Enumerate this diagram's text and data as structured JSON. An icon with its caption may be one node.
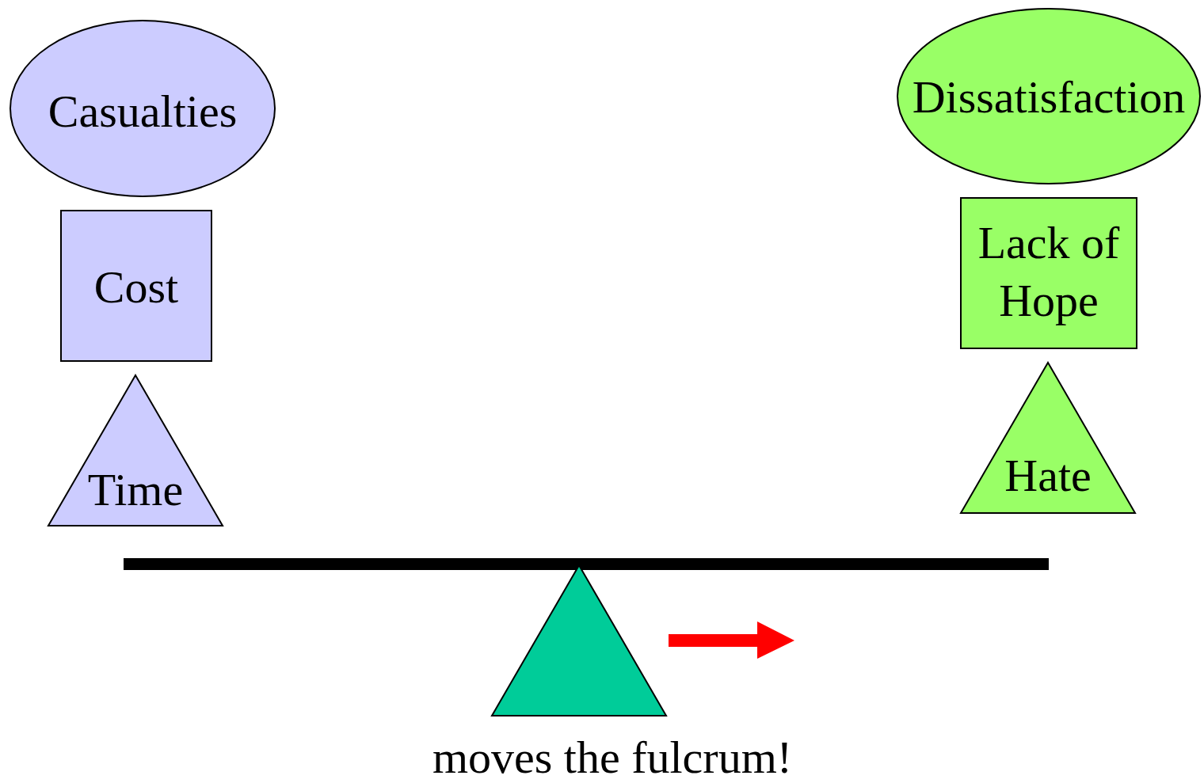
{
  "diagram": {
    "nodes": [
      {
        "text": [
          "Casualties"
        ]
      },
      {
        "text": [
          "Cost"
        ]
      },
      {
        "text": [
          "Time"
        ]
      },
      {
        "text": [
          "Dissatisfaction"
        ]
      },
      {
        "text": [
          "Lack of Hope"
        ]
      },
      {
        "text": [
          "Hate"
        ]
      },
      {
        "text": [],
        "shape": "bar"
      },
      {
        "text": [],
        "shape": "triangle"
      }
    ],
    "edges": [],
    "labels": [
      "moves the fulcrum!"
    ]
  }
}
